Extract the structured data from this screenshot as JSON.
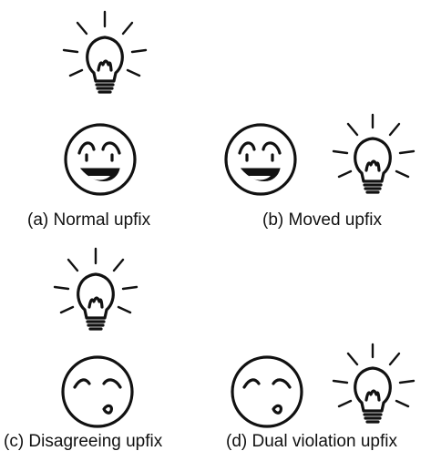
{
  "panels": [
    {
      "caption": "(a) Normal upfix"
    },
    {
      "caption": "(b) Moved upfix"
    },
    {
      "caption": "(c) Disagreeing upfix"
    },
    {
      "caption": "(d) Dual violation upfix"
    }
  ],
  "colors": {
    "ink": "#111111",
    "background": "#ffffff"
  },
  "icons": [
    "lightbulb-icon",
    "happy-face-icon",
    "sad-face-icon"
  ]
}
